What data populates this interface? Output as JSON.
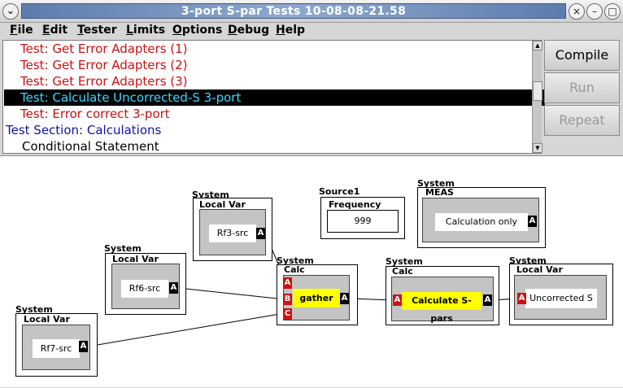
{
  "window": {
    "title": "3-port S-par Tests 10-08-08-21.58",
    "controls": [
      "×",
      "–",
      "□"
    ]
  },
  "menu": [
    {
      "underline": "F",
      "rest": "ile"
    },
    {
      "underline": "E",
      "rest": "dit"
    },
    {
      "underline": "T",
      "rest": "ester"
    },
    {
      "underline": "L",
      "rest": "imits"
    },
    {
      "underline": "O",
      "rest": "ptions"
    },
    {
      "underline": "D",
      "rest": "ebug"
    },
    {
      "underline": "H",
      "rest": "elp"
    }
  ],
  "test_list": [
    {
      "text": "Test: Get Error Adapters (1)",
      "color": "#cc1010",
      "indent": 1,
      "selected": false
    },
    {
      "text": "Test: Get Error Adapters (2)",
      "color": "#cc1010",
      "indent": 1,
      "selected": false
    },
    {
      "text": "Test: Get Error Adapters (3)",
      "color": "#cc1010",
      "indent": 1,
      "selected": false
    },
    {
      "text": "Test: Calculate Uncorrected-S 3-port",
      "color": "#37d7ff",
      "indent": 1,
      "selected": true
    },
    {
      "text": "Test: Error correct 3-port",
      "color": "#cc1010",
      "indent": 1,
      "selected": false
    },
    {
      "text": "Test Section: Calculations",
      "color": "#1010b0",
      "indent": 0,
      "selected": false
    },
    {
      "text": "Conditional Statement",
      "color": "#000000",
      "indent": 2,
      "selected": false
    }
  ],
  "buttons": {
    "compile": "Compile",
    "run": "Run",
    "repeat": "Repeat"
  },
  "canvas": {
    "rf3": {
      "system": "System",
      "type": "Local Var",
      "label": "Rf3-src",
      "port": "A"
    },
    "source1": {
      "system": "Source1",
      "type": "Frequency",
      "value": "999"
    },
    "meas": {
      "system": "System",
      "type": "MEAS",
      "label": "Calculation only",
      "port": "A"
    },
    "rf6": {
      "system": "System",
      "type": "Local Var",
      "label": "Rf6-src",
      "port": "A"
    },
    "gather": {
      "system": "System",
      "type": "Calc",
      "label": "gather",
      "in_ports": [
        "A",
        "B",
        "C"
      ],
      "out_port": "A"
    },
    "calcs": {
      "system": "System",
      "type": "Calc",
      "label": "Calculate S-pars",
      "in_port": "A",
      "out_port": "A"
    },
    "uncorr": {
      "system": "System",
      "type": "Local Var",
      "label": "Uncorrected S",
      "port": "A"
    },
    "rf7": {
      "system": "System",
      "type": "Local Var",
      "label": "Rf7-src",
      "port": "A"
    }
  }
}
